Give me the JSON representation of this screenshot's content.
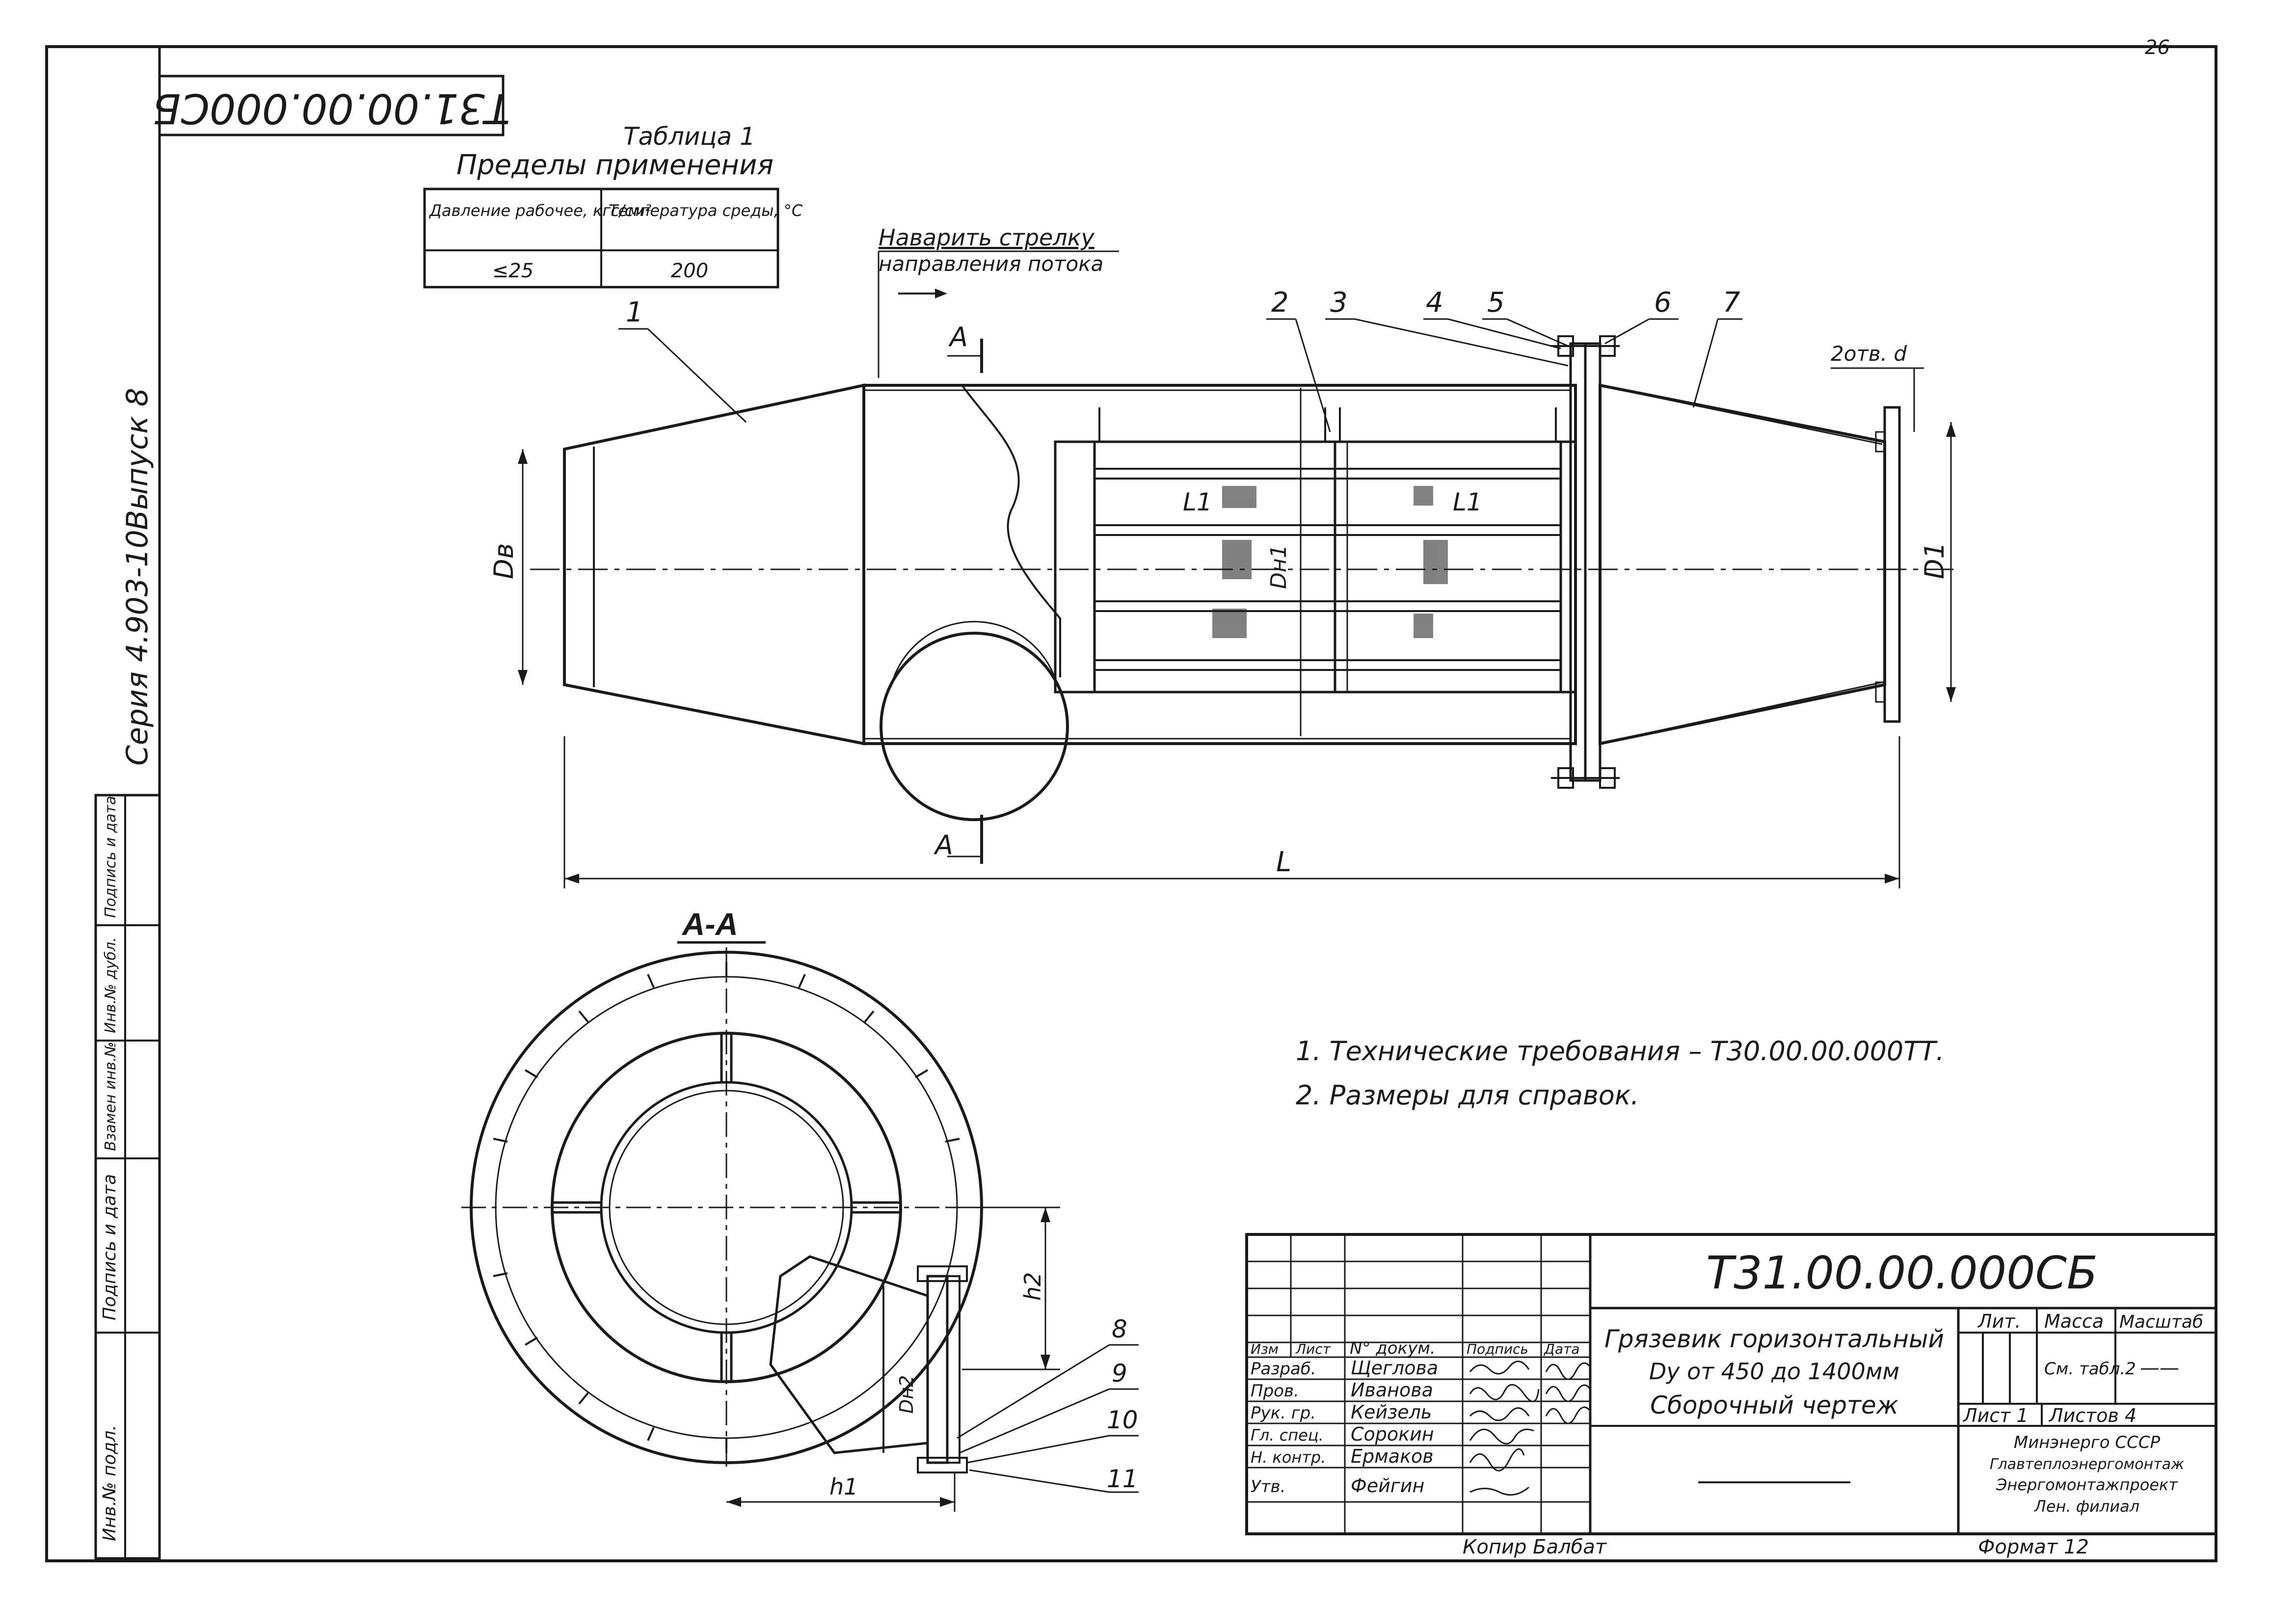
{
  "page_number": "26",
  "stamp_code_rotated": "T31.00.00.000СБ",
  "series_label": "Серия 4.903-10",
  "issue_label": "Выпуск 8",
  "table1": {
    "caption": "Таблица 1",
    "title": "Пределы применения",
    "headers": [
      "Давление рабочее, кгс/см²",
      "Температура среды, °С"
    ],
    "row": [
      "≤25",
      "200"
    ]
  },
  "flow_note": {
    "line1": "Наварить стрелку",
    "line2": "направления потока"
  },
  "section_mark": "А",
  "section_title": "А-А",
  "callouts_top": [
    "1",
    "2",
    "3",
    "4",
    "5",
    "6",
    "7"
  ],
  "callouts_section": [
    "8",
    "9",
    "10",
    "11"
  ],
  "dimensions": {
    "Dv": "Dв",
    "D1": "D1",
    "Dn1": "Dн1",
    "L1": "L1",
    "L": "L",
    "holes": "2отв. d",
    "h1": "h1",
    "h2": "h2",
    "Dn2": "Dн2"
  },
  "notes": [
    "1. Технические требования – Т30.00.00.000ТТ.",
    "2. Размеры для справок."
  ],
  "left_strip": [
    "Инв.№ подл.",
    "Подпись и дата",
    "Взамен инв.№",
    "Инв.№ дубл.",
    "Подпись и дата"
  ],
  "title_block": {
    "doc_code": "Т31.00.00.000СБ",
    "title_line1": "Грязевик горизонтальный",
    "title_line2": "Dy от 450 до 1400мм",
    "title_line3": "Сборочный чертеж",
    "col_headers": [
      "Изм",
      "Лист",
      "N° докум.",
      "Подпись",
      "Дата"
    ],
    "roles": [
      "Разраб.",
      "Пров.",
      "Рук. гр.",
      "Гл. спец.",
      "Н. контр.",
      "Утв."
    ],
    "names": [
      "Щеглова",
      "Иванова",
      "Кейзель",
      "Сорокин",
      "Ермаков",
      "Фейгин"
    ],
    "lit_label": "Лит.",
    "mass_label": "Масса",
    "scale_label": "Масштаб",
    "mass_value": "См. табл.2",
    "scale_value": "——",
    "sheet_label": "Лист 1",
    "sheets_label": "Листов 4",
    "org_lines": [
      "Минэнерго СССР",
      "Главтеплоэнергомонтаж",
      "Энергомонтажпроект",
      "Лен. филиал"
    ],
    "copy_label": "Копир Балбат",
    "format_label": "Формат 12"
  }
}
